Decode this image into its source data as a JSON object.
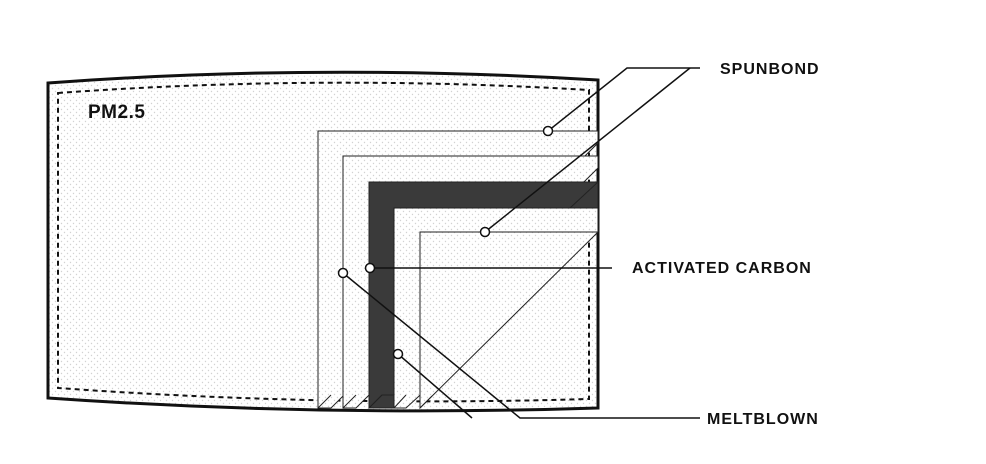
{
  "product_label": "PM2.5",
  "layers": {
    "spunbond": "SPUNBOND",
    "activated_carbon": "ACTIVATED CARBON",
    "meltblown": "MELTBLOWN"
  },
  "colors": {
    "outline": "#111111",
    "carbon": "#3a3a3a",
    "fabric": "#f4f4f4",
    "background": "#ffffff"
  }
}
